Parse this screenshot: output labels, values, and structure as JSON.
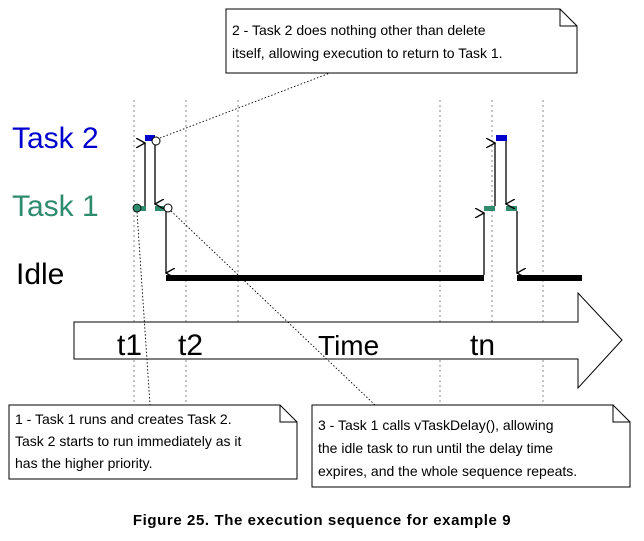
{
  "lanes": {
    "task2": "Task 2",
    "task1": "Task 1",
    "idle": "Idle"
  },
  "ticks": {
    "t1": "t1",
    "t2": "t2",
    "tn": "tn",
    "time": "Time"
  },
  "notes": {
    "note1": [
      "1 - Task 1 runs and creates Task 2.",
      "Task 2 starts to run immediately as it",
      "has the higher priority."
    ],
    "note2": [
      "2 - Task 2 does nothing other than delete",
      "itself, allowing execution to return to Task 1."
    ],
    "note3": [
      "3 - Task 1 calls vTaskDelay(), allowing",
      "the idle task to run until the delay time",
      "expires, and the whole sequence repeats."
    ]
  },
  "caption": "Figure 25.  The execution sequence for example 9",
  "colors": {
    "task2": "#0000cc",
    "task1": "#2e8b6e",
    "idle": "#000000"
  }
}
